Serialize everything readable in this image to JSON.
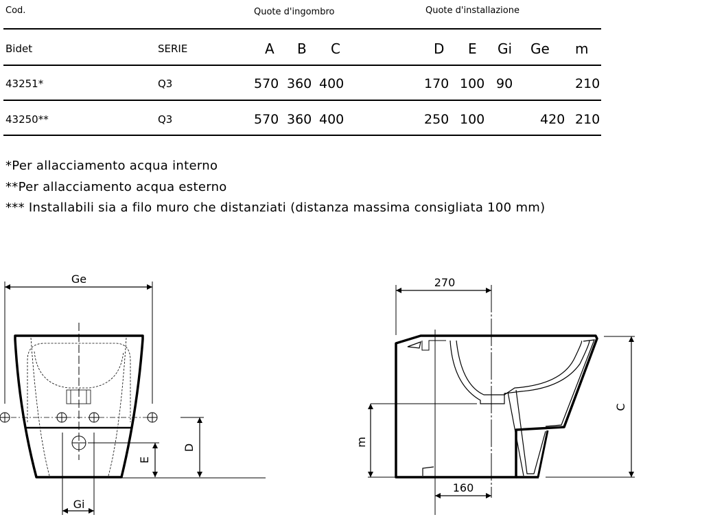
{
  "table": {
    "header": {
      "cod": "Cod.",
      "quote_ingombro": "Quote d'ingombro",
      "quote_installazione": "Quote d'installazione"
    },
    "subheader": {
      "product": "Bidet",
      "serie": "SERIE",
      "A": "A",
      "B": "B",
      "C": "C",
      "D": "D",
      "E": "E",
      "Gi": "Gi",
      "Ge": "Ge",
      "m": "m"
    },
    "rows": [
      {
        "cod": "43251*",
        "serie": "Q3",
        "A": "570",
        "B": "360",
        "C": "400",
        "D": "170",
        "E": "100",
        "Gi": "90",
        "Ge": "",
        "m": "210"
      },
      {
        "cod": "43250**",
        "serie": "Q3",
        "A": "570",
        "B": "360",
        "C": "400",
        "D": "250",
        "E": "100",
        "Gi": "",
        "Ge": "420",
        "m": "210"
      }
    ]
  },
  "notes": [
    "*Per allacciamento acqua interno",
    "**Per allacciamento acqua esterno",
    "*** Installabili sia a filo muro che distanziati (distanza massima consigliata 100 mm)"
  ],
  "front_view": {
    "Ge": "Ge",
    "Gi": "Gi",
    "D": "D",
    "E": "E"
  },
  "side_view": {
    "dim_top": "270",
    "dim_bottom": "160",
    "m": "m",
    "C": "C"
  }
}
